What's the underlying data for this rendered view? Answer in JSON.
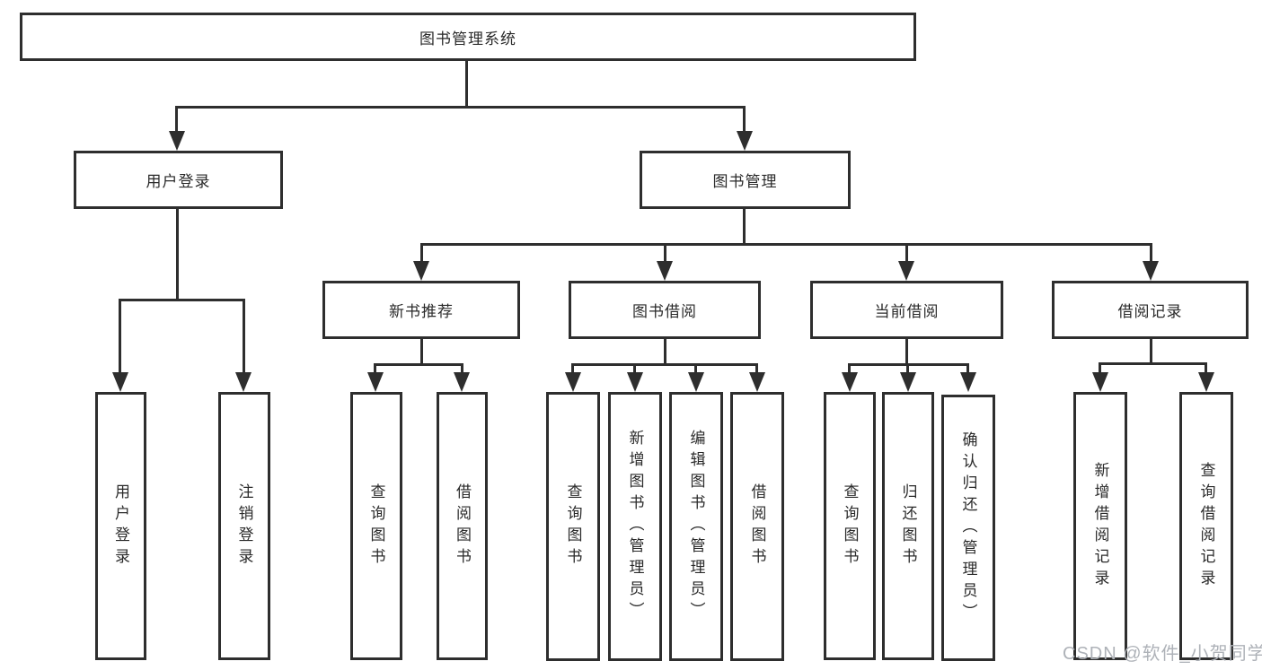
{
  "tree": {
    "root": {
      "label": "图书管理系统"
    },
    "branches": [
      {
        "label": "用户登录",
        "children": [
          {
            "label": "用户登录"
          },
          {
            "label": "注销登录"
          }
        ]
      },
      {
        "label": "图书管理",
        "children": [
          {
            "label": "新书推荐",
            "children": [
              {
                "label": "查询图书"
              },
              {
                "label": "借阅图书"
              }
            ]
          },
          {
            "label": "图书借阅",
            "children": [
              {
                "label": "查询图书"
              },
              {
                "label": "新增图书（管理员）"
              },
              {
                "label": "编辑图书（管理员）"
              },
              {
                "label": "借阅图书"
              }
            ]
          },
          {
            "label": "当前借阅",
            "children": [
              {
                "label": "查询图书"
              },
              {
                "label": "归还图书"
              },
              {
                "label": "确认归还（管理员）"
              }
            ]
          },
          {
            "label": "借阅记录",
            "children": [
              {
                "label": "新增借阅记录"
              },
              {
                "label": "查询借阅记录"
              }
            ]
          }
        ]
      }
    ]
  },
  "watermark": {
    "text": "CSDN @软件_小贺同学"
  },
  "colors": {
    "line": "#2e2e2e",
    "text": "#2a2a2a",
    "watermark": "#aeb2b8",
    "background": "#ffffff"
  }
}
